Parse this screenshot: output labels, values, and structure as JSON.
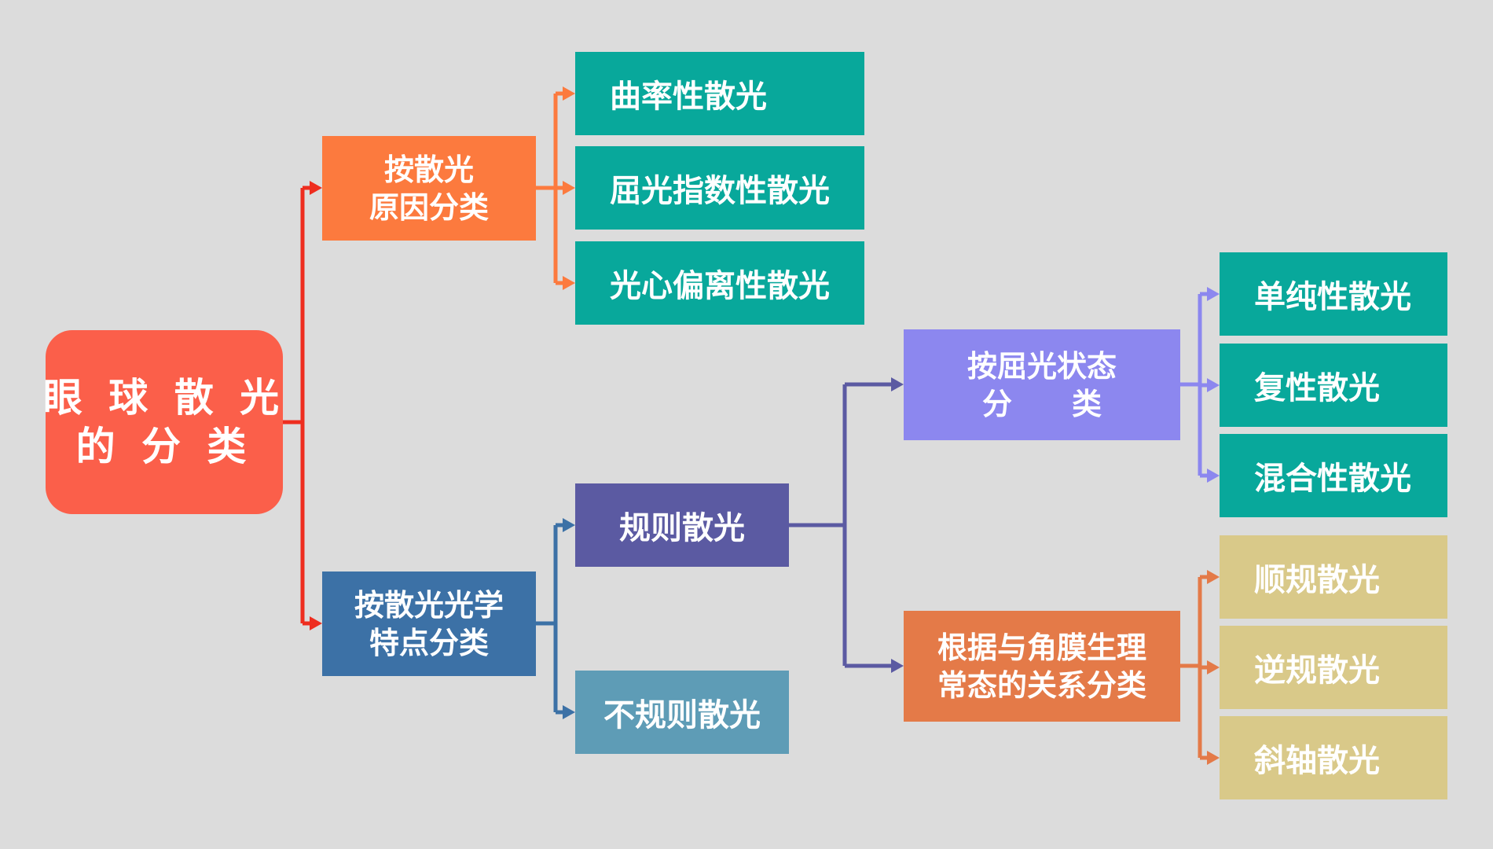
{
  "diagram": {
    "root": {
      "label": "眼 球 散 光\n的 分 类",
      "color": "#fb5f4a"
    },
    "branches": {
      "cause": {
        "label": "按散光\n原因分类",
        "color": "#fc7a3e",
        "children": [
          "曲率性散光",
          "屈光指数性散光",
          "光心偏离性散光"
        ]
      },
      "optics": {
        "label": "按散光光学\n特点分类",
        "color": "#3c71a6",
        "children": [
          {
            "label": "规则散光",
            "color": "#5b5aa2",
            "children": [
              {
                "label": "按屈光状态\n分　　类",
                "color": "#8c87ef",
                "children": [
                  "单纯性散光",
                  "复性散光",
                  "混合性散光"
                ]
              },
              {
                "label": "根据与角膜生理\n常态的关系分类",
                "color": "#e47a48",
                "children": [
                  "顺规散光",
                  "逆规散光",
                  "斜轴散光"
                ]
              }
            ]
          },
          {
            "label": "不规则散光",
            "color": "#5e9cb6"
          }
        ]
      }
    }
  },
  "colors": {
    "background": "#dcdcdc",
    "leaf_teal": "#08a89b",
    "leaf_sand": "#d9c989",
    "wire_root": "#ee2d1f",
    "wire_cause": "#fc7a3e",
    "wire_optics": "#3c71a6",
    "wire_regular": "#5b5aa2",
    "wire_refr": "#8c87ef",
    "wire_cornea": "#e47a48"
  }
}
